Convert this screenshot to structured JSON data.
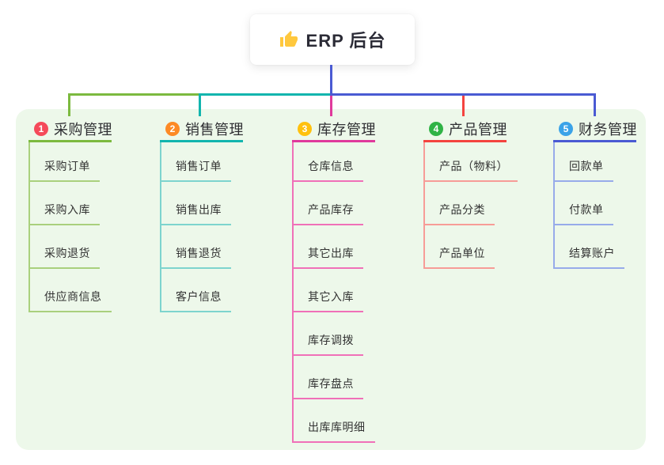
{
  "root": {
    "label": "ERP 后台",
    "icon": "thumbs-up-icon"
  },
  "branches": [
    {
      "badge": "1",
      "label": "采购管理",
      "badge_color": "#f54a5a",
      "line_color": "#7cba3f",
      "child_line_color": "#a9d07d",
      "children": [
        "采购订单",
        "采购入库",
        "采购退货",
        "供应商信息"
      ]
    },
    {
      "badge": "2",
      "label": "销售管理",
      "badge_color": "#fd8a25",
      "line_color": "#12b5ae",
      "child_line_color": "#7dd4ce",
      "children": [
        "销售订单",
        "销售出库",
        "销售退货",
        "客户信息"
      ]
    },
    {
      "badge": "3",
      "label": "库存管理",
      "badge_color": "#ffc10e",
      "line_color": "#e03a9c",
      "child_line_color": "#f070b8",
      "children": [
        "仓库信息",
        "产品库存",
        "其它出库",
        "其它入库",
        "库存调拨",
        "库存盘点",
        "出库库明细"
      ]
    },
    {
      "badge": "4",
      "label": "产品管理",
      "badge_color": "#30b346",
      "line_color": "#f4443f",
      "child_line_color": "#f79c97",
      "children": [
        "产品（物料）",
        "产品分类",
        "产品单位"
      ]
    },
    {
      "badge": "5",
      "label": "财务管理",
      "badge_color": "#3ba3e8",
      "line_color": "#4a5ad3",
      "child_line_color": "#97abea",
      "children": [
        "回款单",
        "付款单",
        "结算账户"
      ]
    }
  ],
  "colors": {
    "canvas_bg": "#ffffff",
    "panel_bg": "#edf8ea",
    "root_connector": "#4a5ad3",
    "text": "#333333",
    "thumb_icon": "#ffc83d"
  }
}
